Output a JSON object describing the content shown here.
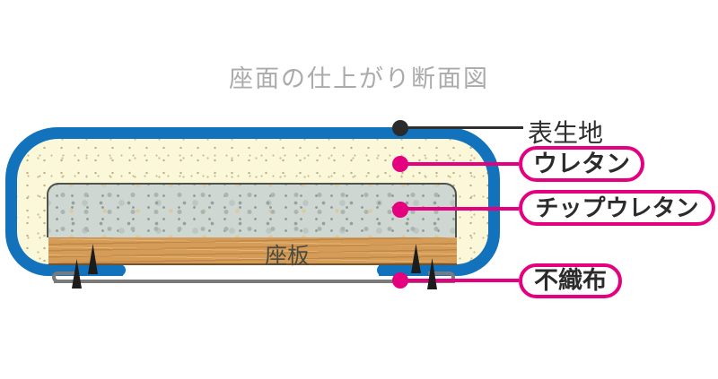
{
  "labels": {
    "title": "座面の仕上がり断面図",
    "fabric": "表生地",
    "urethane": "ウレタン",
    "chip_urethane": "チップウレタン",
    "nonwoven": "不織布",
    "board": "座板"
  },
  "colors": {
    "outer_fabric_blue": "#1273BC",
    "urethane_cream": "#FBF8DA",
    "chip_urethane_gray": "#CED7D2",
    "seat_board_wood": "#D59C57",
    "nonwoven_gray": "#7A7A7A",
    "callout_pink": "#E4007F",
    "title_gray": "#ABABAB",
    "text_black": "#2F2F2F"
  }
}
